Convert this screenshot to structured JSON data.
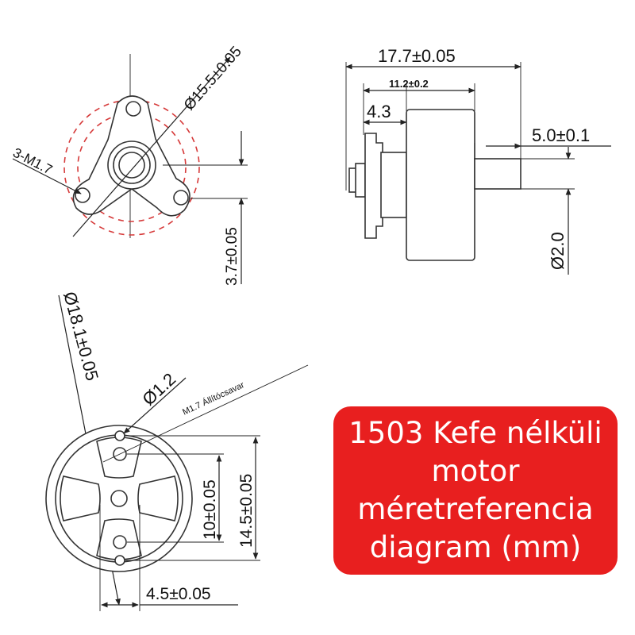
{
  "top_left_view": {
    "dia_label": "Ø15.5±0.05",
    "screw_label": "3-M1.7",
    "offset_label": "3.7±0.05"
  },
  "side_view": {
    "overall_length": "17.7±0.05",
    "body_length": "11.2±0.2",
    "flange_length": "4.3",
    "shaft_length": "5.0±0.1",
    "shaft_dia": "Ø2.0"
  },
  "bottom_view": {
    "outer_dia": "Ø18.1±0.05",
    "hole_dia": "Ø1.2",
    "screw_note": "M1.7 Állítócsavar",
    "inner_spacing": "10±0.05",
    "outer_spacing": "14.5±0.05",
    "offset": "4.5±0.05"
  },
  "caption": {
    "text": "1503 Kefe nélküli motor méretreferencia diagram (mm)",
    "background": "#e81f1f",
    "color": "#ffffff"
  },
  "colors": {
    "line": "#222222",
    "dashed_circle": "#d63a3a"
  }
}
